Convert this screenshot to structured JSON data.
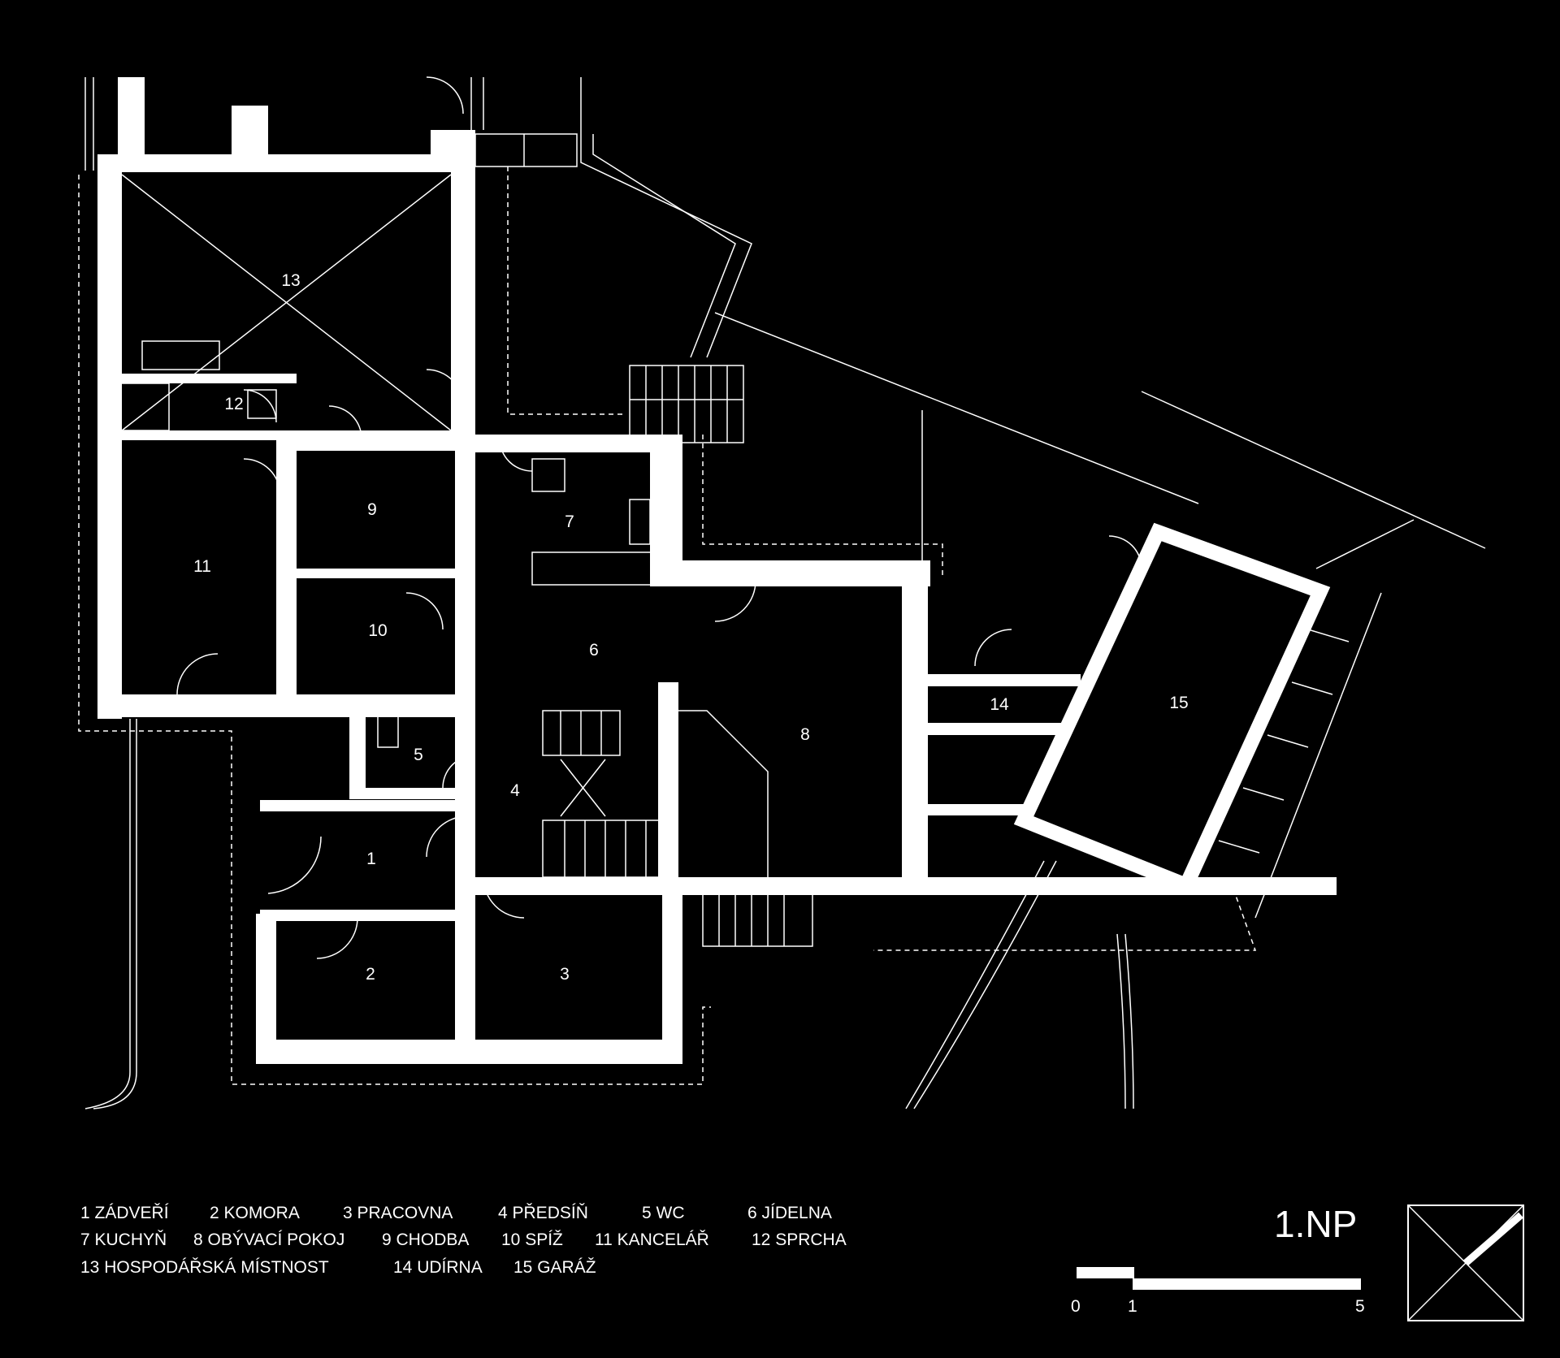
{
  "rooms": [
    {
      "num": "1"
    },
    {
      "num": "2"
    },
    {
      "num": "3"
    },
    {
      "num": "4"
    },
    {
      "num": "5"
    },
    {
      "num": "6"
    },
    {
      "num": "7"
    },
    {
      "num": "8"
    },
    {
      "num": "9"
    },
    {
      "num": "10"
    },
    {
      "num": "11"
    },
    {
      "num": "12"
    },
    {
      "num": "13"
    },
    {
      "num": "14"
    },
    {
      "num": "15"
    }
  ],
  "legend": {
    "row1": [
      "1 ZÁDVEŘÍ",
      "2 KOMORA",
      "3 PRACOVNA",
      "4 PŘEDSÍŇ",
      "5 WC",
      "6 JÍDELNA"
    ],
    "row2": [
      "7 KUCHYŇ",
      "8 OBÝVACÍ POKOJ",
      "9 CHODBA",
      "10 SPÍŽ",
      "11 KANCELÁŘ",
      "12 SPRCHA"
    ],
    "row3": [
      "13 HOSPODÁŘSKÁ  MÍSTNOST",
      "14 UDÍRNA",
      "15 GARÁŽ"
    ]
  },
  "floor_label": "1.NP",
  "scale": {
    "labels": [
      "0",
      "1",
      "5"
    ]
  },
  "colors": {
    "background": "#000000",
    "walls": "#ffffff",
    "lines": "#ffffff"
  }
}
